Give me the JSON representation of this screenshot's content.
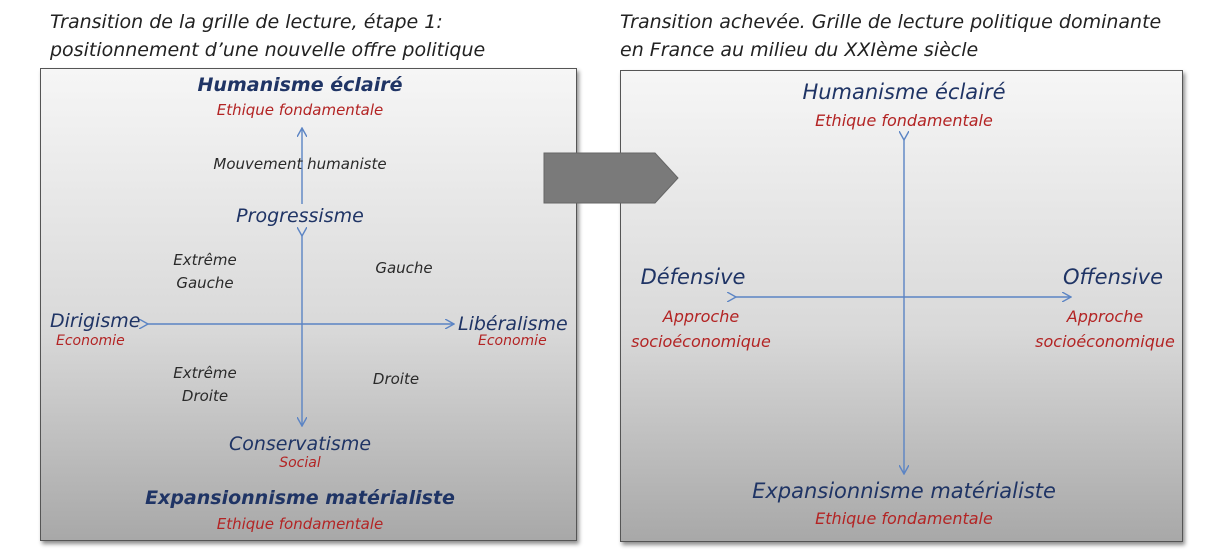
{
  "left": {
    "caption": "Transition de la grille de lecture, étape 1: positionnement d’une nouvelle offre politique",
    "top_title": "Humanisme éclairé",
    "top_sub": "Ethique fondamentale",
    "movement": "Mouvement humaniste",
    "progressive": "Progressisme",
    "extreme_left_1": "Extrême",
    "extreme_left_2": "Gauche",
    "left_wing": "Gauche",
    "west_title": "Dirigisme",
    "west_sub": "Economie",
    "east_title": "Libéralisme",
    "east_sub": "Economie",
    "extreme_right_1": "Extrême",
    "extreme_right_2": "Droite",
    "right_wing": "Droite",
    "conservative": "Conservatisme",
    "conservative_sub": "Social",
    "bottom_title": "Expansionnisme matérialiste",
    "bottom_sub": "Ethique fondamentale"
  },
  "right": {
    "caption_line1": "Transition achevée. Grille de lecture politique dominante",
    "caption_line2": "en France au milieu du XXIème siècle",
    "top_title": "Humanisme éclairé",
    "top_sub": "Ethique fondamentale",
    "west_title": "Défensive",
    "west_sub_1": "Approche",
    "west_sub_2": "socioéconomique",
    "east_title": "Offensive",
    "east_sub_1": "Approche",
    "east_sub_2": "socioéconomique",
    "bottom_title": "Expansionnisme matérialiste",
    "bottom_sub": "Ethique fondamentale"
  },
  "colors": {
    "navy": "#1f3465",
    "red": "#b32424",
    "axis": "#5b84c4",
    "arrow": "#7a7a7a"
  },
  "icons": [
    "transition-arrow-icon"
  ]
}
